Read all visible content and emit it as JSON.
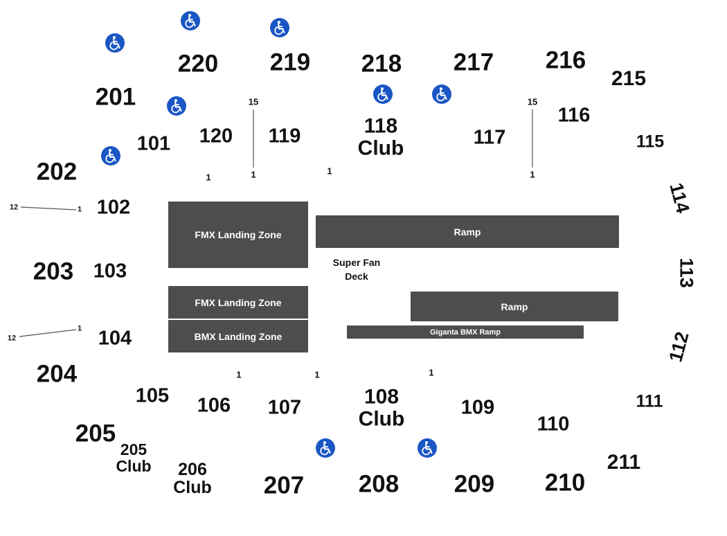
{
  "sections_200": [
    "220",
    "219",
    "218",
    "217",
    "216",
    "215",
    "201",
    "202",
    "203",
    "204",
    "205",
    "207",
    "208",
    "209",
    "210",
    "211"
  ],
  "sections_100": [
    "101",
    "120",
    "119",
    "117",
    "116",
    "102",
    "103",
    "104",
    "105",
    "106",
    "107",
    "109",
    "110"
  ],
  "sections_small": [
    "115",
    "111"
  ],
  "sections_rotated": [
    "114",
    "113",
    "112"
  ],
  "clubs": {
    "c118": {
      "number": "118",
      "word": "Club"
    },
    "c108": {
      "number": "108",
      "word": "Club"
    },
    "c205": {
      "number": "205",
      "word": "Club"
    },
    "c206": {
      "number": "206",
      "word": "Club"
    }
  },
  "row_labels": [
    "15",
    "1",
    "15",
    "1",
    "1",
    "1",
    "12",
    "1",
    "1",
    "12",
    "1",
    "1",
    "1"
  ],
  "zones": {
    "fmx1": "FMX Landing Zone",
    "fmx2": "FMX Landing Zone",
    "bmx": "BMX Landing Zone",
    "ramp1": "Ramp",
    "ramp2": "Ramp",
    "giganta": "Giganta BMX Ramp"
  },
  "deck": {
    "line1": "Super Fan",
    "line2": "Deck"
  },
  "colors": {
    "accessible_blue": "#1a56c4",
    "zone_gray": "#4d4d4d"
  },
  "icons": {
    "accessible": "wheelchair-icon"
  }
}
